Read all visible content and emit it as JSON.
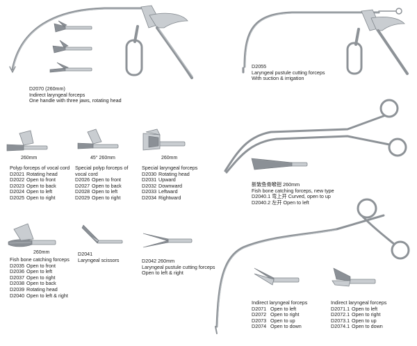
{
  "d2070": {
    "code_line": "D2070  (260mm)",
    "title": "Indirect laryngeal forceps",
    "desc": "One handle with three jaws, rotating head"
  },
  "d2055": {
    "code": "D2055",
    "title": "Laryngeal pustule cutting forceps",
    "desc": "With suction & irrigation"
  },
  "polyp": {
    "dim": "260mm",
    "title": "Polyp forceps of vocal cord",
    "rows": [
      {
        "code": "D2021",
        "text": "Rotating head"
      },
      {
        "code": "D2022",
        "text": "Open to front"
      },
      {
        "code": "D2023",
        "text": "Open to back"
      },
      {
        "code": "D2024",
        "text": "Open to left"
      },
      {
        "code": "D2025",
        "text": "Open to right"
      }
    ]
  },
  "special_polyp": {
    "dim": "45° 260mm",
    "title1": "Special polyp forceps of",
    "title2": "vocal cord",
    "rows": [
      {
        "code": "D2026",
        "text": "Open to front"
      },
      {
        "code": "D2027",
        "text": "Open to back"
      },
      {
        "code": "D2028",
        "text": "Open to left"
      },
      {
        "code": "D2029",
        "text": "Open to right"
      }
    ]
  },
  "special_laryngeal": {
    "dim": "260mm",
    "title": "Special laryngeal forceps",
    "rows": [
      {
        "code": "D2030",
        "text": "Rotating head"
      },
      {
        "code": "D2031",
        "text": "Upward"
      },
      {
        "code": "D2032",
        "text": "Downward"
      },
      {
        "code": "D2033",
        "text": "Leftward"
      },
      {
        "code": "D2034",
        "text": "Rightward"
      }
    ]
  },
  "fishbone_new": {
    "cn_line": "新致鱼骨喉钳 260mm",
    "title": "Fish bone catching forceps, new type",
    "line1": "D2040.1 弯上开 Curved, open to up",
    "line2": "D2040.2 左开 Open to left"
  },
  "fishbone": {
    "dim": "260mm",
    "title": "Fish bone catching forceps",
    "rows": [
      {
        "code": "D2035",
        "text": "Open to front"
      },
      {
        "code": "D2036",
        "text": "Open to left"
      },
      {
        "code": "D2037",
        "text": "Open to right"
      },
      {
        "code": "D2038",
        "text": "Open to back"
      },
      {
        "code": "D2039",
        "text": "Rotating head"
      },
      {
        "code": "D2040",
        "text": "Open to left & right"
      }
    ]
  },
  "scissors": {
    "code": "D2041",
    "title": "Laryngeal scissors"
  },
  "d2042": {
    "code_line": "D2042  260mm",
    "title": "Laryngeal pustule cutting forceps",
    "desc": "Open to left & right"
  },
  "indirect1": {
    "title": "Indirect laryngeal forceps",
    "rows": [
      {
        "code": "D2071",
        "text": "Open to left"
      },
      {
        "code": "D2072",
        "text": "Open to right"
      },
      {
        "code": "D2073",
        "text": "Open to up"
      },
      {
        "code": "D2074",
        "text": "Open to down"
      }
    ]
  },
  "indirect2": {
    "title": "Indirect laryngeal forceps",
    "rows": [
      {
        "code": "D2071.1",
        "text": "Open to left"
      },
      {
        "code": "D2072.1",
        "text": "Open to right"
      },
      {
        "code": "D2073.1",
        "text": "Open to up"
      },
      {
        "code": "D2074.1",
        "text": "Open to down"
      }
    ]
  }
}
